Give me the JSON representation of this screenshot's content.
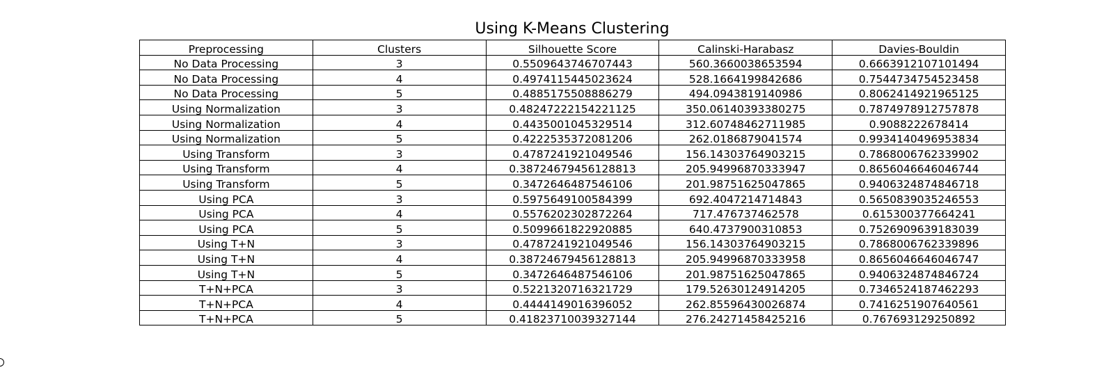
{
  "chart_data": {
    "type": "table",
    "title": "Using K-Means Clustering",
    "columns": [
      "Preprocessing",
      "Clusters",
      "Silhouette Score",
      "Calinski-Harabasz",
      "Davies-Bouldin"
    ],
    "rows": [
      [
        "No Data Processing",
        "3",
        "0.5509643746707443",
        "560.3660038653594",
        "0.6663912107101494"
      ],
      [
        "No Data Processing",
        "4",
        "0.4974115445023624",
        "528.1664199842686",
        "0.7544734754523458"
      ],
      [
        "No Data Processing",
        "5",
        "0.4885175508886279",
        "494.0943819140986",
        "0.8062414921965125"
      ],
      [
        "Using Normalization",
        "3",
        "0.48247222154221125",
        "350.06140393380275",
        "0.7874978912757878"
      ],
      [
        "Using Normalization",
        "4",
        "0.4435001045329514",
        "312.60748462711985",
        "0.9088222678414"
      ],
      [
        "Using Normalization",
        "5",
        "0.4222535372081206",
        "262.0186879041574",
        "0.9934140496953834"
      ],
      [
        "Using Transform",
        "3",
        "0.4787241921049546",
        "156.14303764903215",
        "0.7868006762339902"
      ],
      [
        "Using Transform",
        "4",
        "0.38724679456128813",
        "205.94996870333947",
        "0.8656046646046744"
      ],
      [
        "Using Transform",
        "5",
        "0.3472646487546106",
        "201.98751625047865",
        "0.9406324874846718"
      ],
      [
        "Using PCA",
        "3",
        "0.5975649100584399",
        "692.4047214714843",
        "0.5650839035246553"
      ],
      [
        "Using PCA",
        "4",
        "0.5576202302872264",
        "717.476737462578",
        "0.615300377664241"
      ],
      [
        "Using PCA",
        "5",
        "0.5099661822920885",
        "640.4737900310853",
        "0.7526909639183039"
      ],
      [
        "Using T+N",
        "3",
        "0.4787241921049546",
        "156.14303764903215",
        "0.7868006762339896"
      ],
      [
        "Using T+N",
        "4",
        "0.38724679456128813",
        "205.94996870333958",
        "0.8656046646046747"
      ],
      [
        "Using T+N",
        "5",
        "0.3472646487546106",
        "201.98751625047865",
        "0.9406324874846724"
      ],
      [
        "T+N+PCA",
        "3",
        "0.5221320716321729",
        "179.52630124914205",
        "0.7346524187462293"
      ],
      [
        "T+N+PCA",
        "4",
        "0.4444149016396052",
        "262.85596430026874",
        "0.7416251907640561"
      ],
      [
        "T+N+PCA",
        "5",
        "0.41823710039327144",
        "276.24271458425216",
        "0.767693129250892"
      ]
    ]
  },
  "colors": {
    "border": "#000000",
    "background": "#ffffff",
    "text": "#000000"
  }
}
